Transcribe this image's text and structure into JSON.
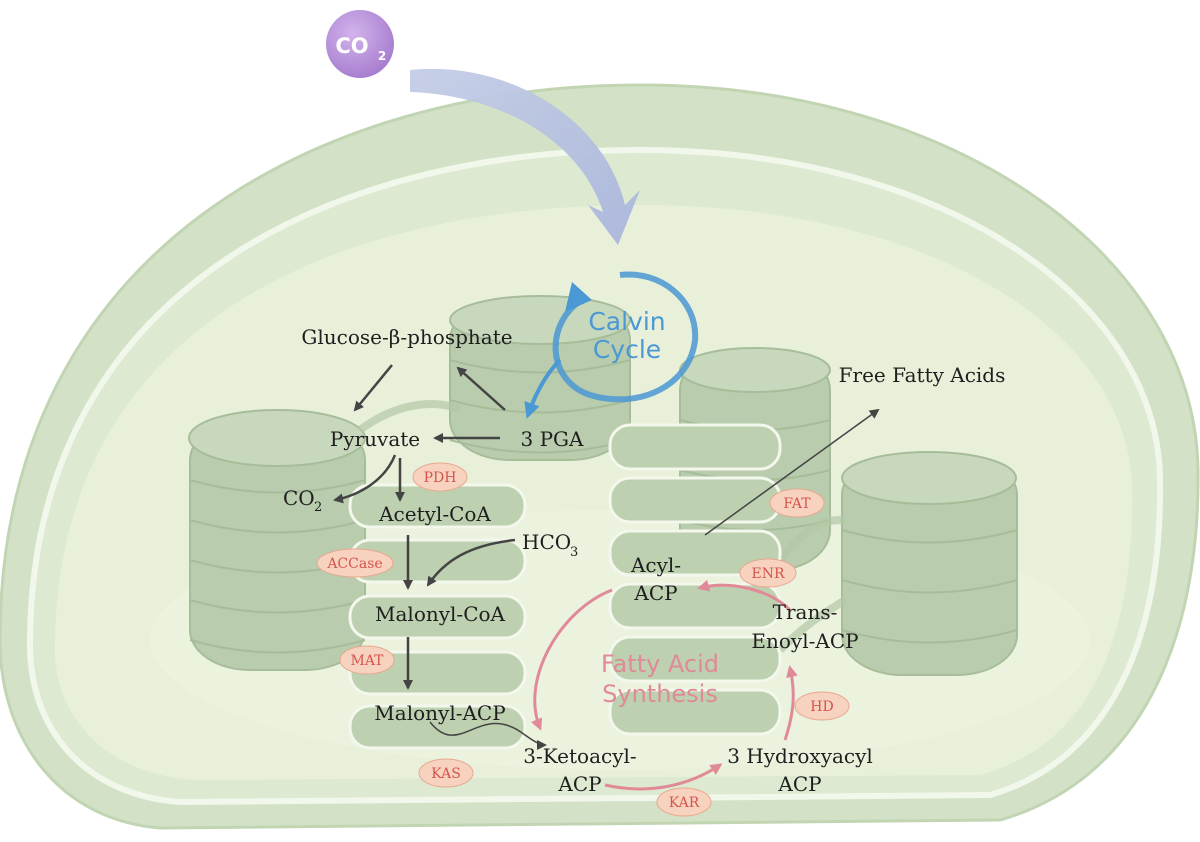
{
  "co2_molecule": {
    "label": "CO",
    "subscript": "2"
  },
  "calvin_cycle": {
    "line1": "Calvin",
    "line2": "Cycle"
  },
  "fatty_acid_synthesis": {
    "line1": "Fatty Acid",
    "line2": "Synthesis"
  },
  "metabolites": {
    "glucose": "Glucose-β-phosphate",
    "pga": "3 PGA",
    "pyruvate": "Pyruvate",
    "co2": "CO",
    "co2_sub": "2",
    "acetyl_coa": "Acetyl-CoA",
    "hco3": "HCO",
    "hco3_sub": "3",
    "malonyl_coa": "Malonyl-CoA",
    "malonyl_acp": "Malonyl-ACP",
    "ketoacyl_1": "3-Ketoacyl-",
    "ketoacyl_2": "ACP",
    "hydroxyacyl_1": "3 Hydroxyacyl",
    "hydroxyacyl_2": "ACP",
    "transenoyl_1": "Trans-",
    "transenoyl_2": "Enoyl-ACP",
    "acyl_1": "Acyl-",
    "acyl_2": "ACP",
    "free_fatty_acids": "Free Fatty Acids"
  },
  "enzymes": {
    "pdh": "PDH",
    "accase": "ACCase",
    "mat": "MAT",
    "kas": "KAS",
    "kar": "KAR",
    "hd": "HD",
    "enr": "ENR",
    "fat": "FAT"
  },
  "colors": {
    "outer_membrane": "#d3e2c6",
    "stroma": "#e8f0da",
    "thylakoid": "#b9ccad",
    "thylakoid_edge": "#a7bd9a",
    "calvin_blue": "#4a98d4",
    "fas_pink": "#e08a98",
    "enzyme_fill": "#f7d3bf",
    "enzyme_text": "#d5544e",
    "arrow_dark": "#444444",
    "co2_purple": "#b58ed6"
  }
}
